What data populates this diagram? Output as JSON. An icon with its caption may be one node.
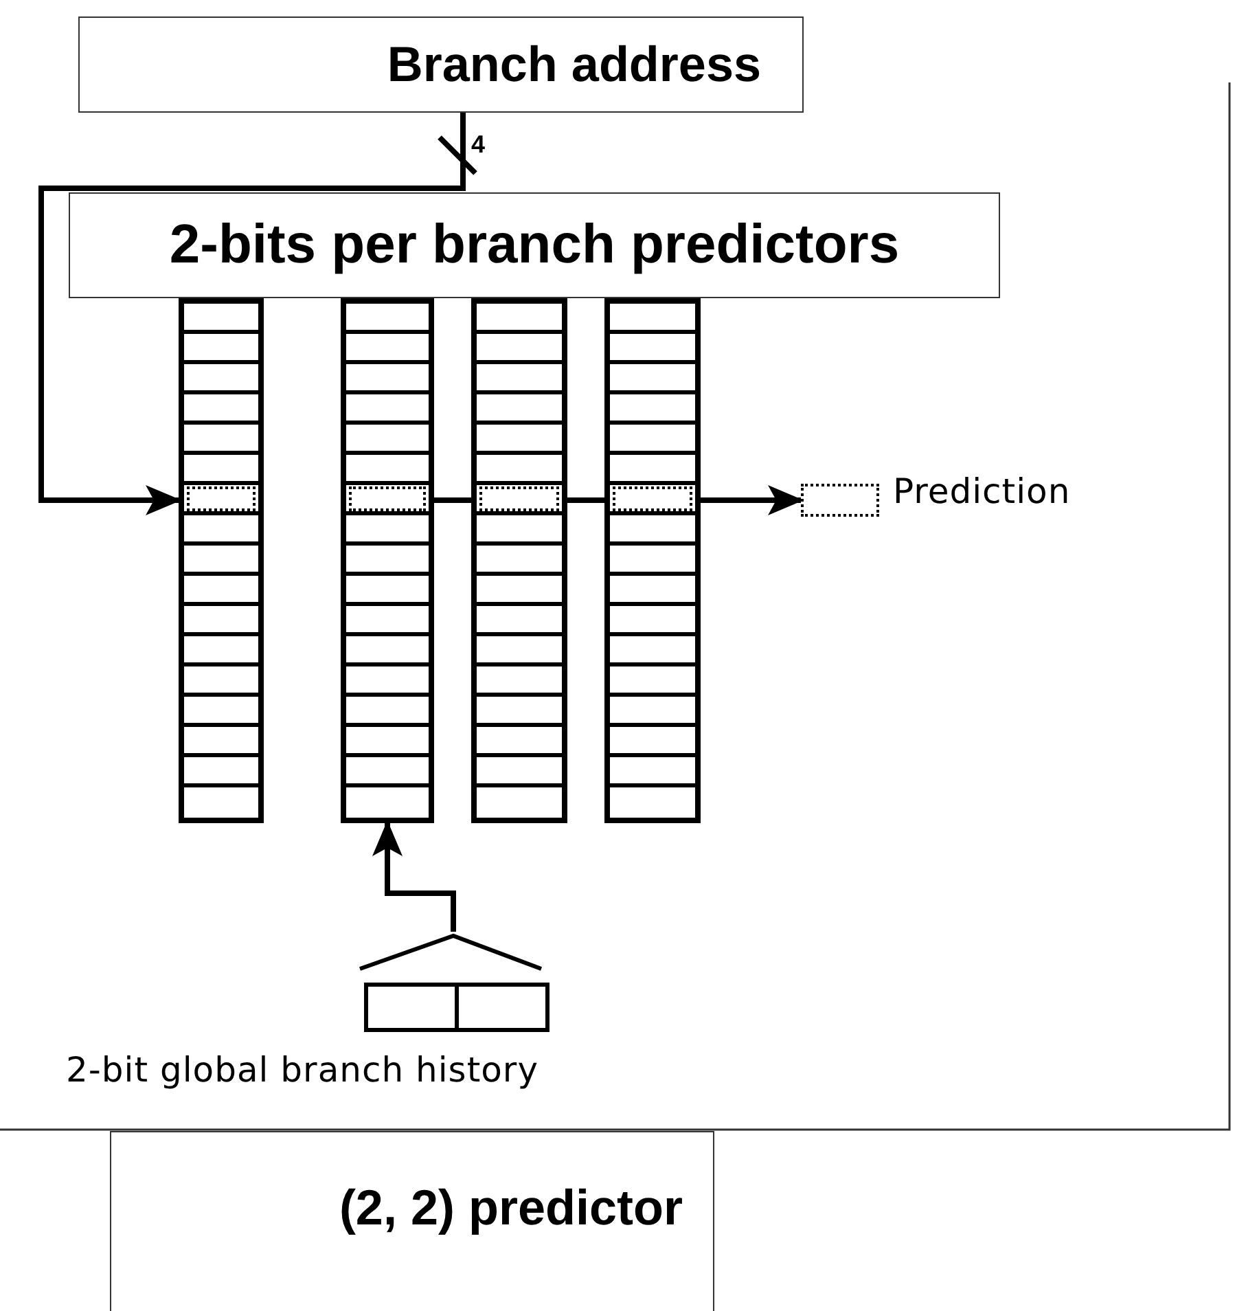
{
  "diagram": {
    "nodes": [
      {
        "text": [
          "Branch address"
        ]
      },
      {
        "text": [
          "2-bits per branch predictors"
        ]
      },
      {
        "text": [],
        "shape": "box"
      },
      {
        "text": [],
        "shape": "box"
      },
      {
        "text": [],
        "shape": "box"
      },
      {
        "text": [],
        "shape": "box"
      },
      {
        "text": [],
        "shape": "box",
        "beside": [
          "Prediction"
        ]
      },
      {
        "text": [
          "2-bit global branch history"
        ]
      },
      {
        "text": [
          "(2, 2) predictor"
        ]
      }
    ],
    "edges": [
      {
        "from": 0,
        "to": 2,
        "arrow": "to",
        "label": "4"
      },
      {
        "from": 7,
        "to": 3,
        "arrow": "to"
      },
      {
        "from": 3,
        "to": 4,
        "arrow": "none"
      },
      {
        "from": 4,
        "to": 5,
        "arrow": "none"
      },
      {
        "from": 5,
        "to": 6,
        "arrow": "to"
      }
    ]
  }
}
